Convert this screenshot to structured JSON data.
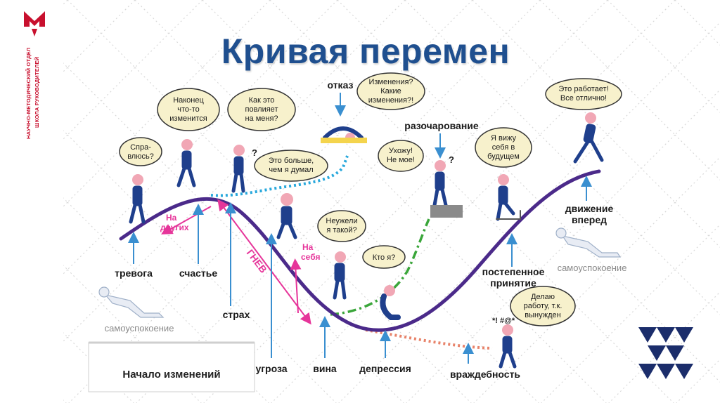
{
  "title": "Кривая перемен",
  "org": {
    "line1": "НАУЧНО-МЕТОДИЧЕСКИЙ ОТДЕЛ",
    "line2": "ШКОЛА РУКОВОДИТЕЛЕЙ"
  },
  "colors": {
    "title": "#1f4f8f",
    "curve": "#4b2a8a",
    "arrow": "#3a8fd0",
    "rage": "#e6359a",
    "dotted_blue": "#28a8dc",
    "dashdot_green": "#3aa63a",
    "dotted_orange": "#e8836a",
    "brand_red": "#c8102e",
    "brand_navy": "#1b2d6b"
  },
  "stages": {
    "trevoga": "тревога",
    "schastie": "счастье",
    "strah": "страх",
    "ugroza": "угроза",
    "vina": "вина",
    "depressiya": "депрессия",
    "vrazhdebnost": "враждебность",
    "otkaz": "отказ",
    "razocharovanie": "разочарование",
    "prinyatie_1": "постепенное",
    "prinyatie_2": "принятие",
    "dvizhenie_1": "движение",
    "dvizhenie_2": "вперед",
    "samouspokoenie_left": "самоуспокоение",
    "samouspokoenie_right": "самоуспокоение"
  },
  "start_box": "Начало изменений",
  "rage": {
    "gnev": "ГНЕВ",
    "others_1": "На",
    "others_2": "других",
    "self_1": "На",
    "self_2": "себя"
  },
  "bubbles": {
    "spravlyus": [
      "Спрa-",
      "влюсь?"
    ],
    "nakonets": [
      "Наконец",
      "что-то",
      "изменится"
    ],
    "kak_eto": [
      "Как это",
      "повлияет",
      "на меня?"
    ],
    "bolshe": [
      "Это больше,",
      "чем я думал"
    ],
    "izmeneniya": [
      "Изменения?",
      "Какие",
      "изменения?!"
    ],
    "uhozhu": [
      "Ухожу!",
      "Не мое!"
    ],
    "vizhu": [
      "Я вижу",
      "себя в",
      "будущем"
    ],
    "rabotaet": [
      "Это работает!",
      "Все отлично!"
    ],
    "neuzheli": [
      "Неужели",
      "я такой?"
    ],
    "kto_ya": [
      "Кто я?"
    ],
    "delayu": [
      "Делаю",
      "работу, т.к.",
      "вынужден"
    ]
  },
  "symbols": {
    "q1": "?",
    "q2": "?",
    "curse": "*! #@*"
  }
}
